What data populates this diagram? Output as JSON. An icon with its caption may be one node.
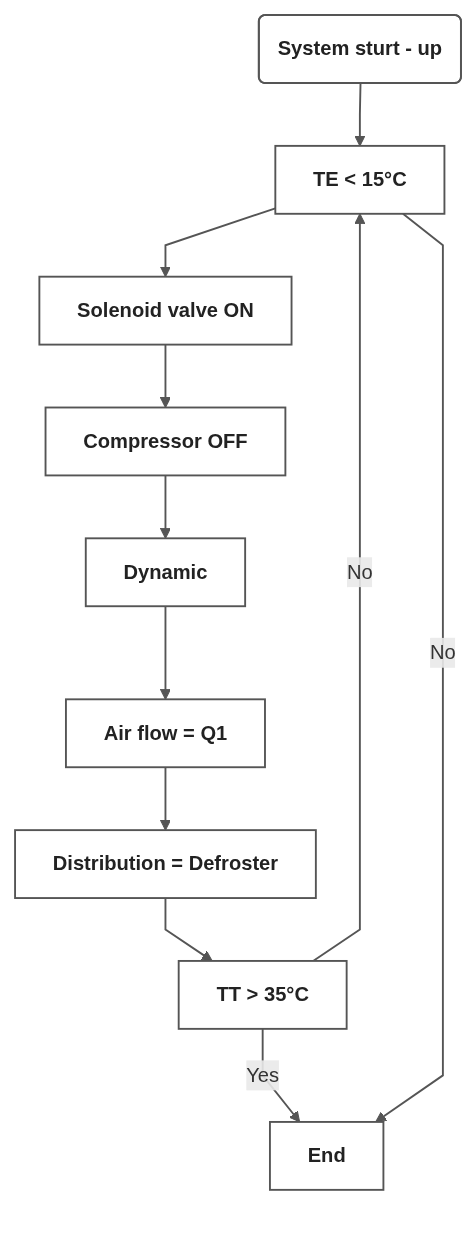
{
  "diagram": {
    "nodes": [
      {
        "text": [
          "System sturt - up"
        ]
      },
      {
        "text": [
          "TE < 15°C"
        ]
      },
      {
        "text": [
          "Solenoid valve ON"
        ]
      },
      {
        "text": [
          "Compressor OFF"
        ]
      },
      {
        "text": [
          "Dynamic"
        ]
      },
      {
        "text": [
          "Air flow = Q1"
        ]
      },
      {
        "text": [
          "Distribution = Defroster"
        ]
      },
      {
        "text": [
          "TT > 35°C"
        ]
      },
      {
        "text": [
          "End"
        ]
      }
    ],
    "edges": [
      {
        "from": 0,
        "to": 1,
        "arrow": "to"
      },
      {
        "from": 1,
        "to": 2,
        "arrow": "to"
      },
      {
        "from": 2,
        "to": 3,
        "arrow": "to"
      },
      {
        "from": 3,
        "to": 4,
        "arrow": "to"
      },
      {
        "from": 4,
        "to": 5,
        "arrow": "to"
      },
      {
        "from": 5,
        "to": 6,
        "arrow": "to"
      },
      {
        "from": 6,
        "to": 7,
        "arrow": "to"
      },
      {
        "from": 7,
        "to": 8,
        "label": "Yes",
        "arrow": "to"
      },
      {
        "from": 7,
        "to": 1,
        "label": "No",
        "arrow": "to"
      },
      {
        "from": 1,
        "to": 8,
        "label": "No",
        "arrow": "to"
      }
    ]
  }
}
